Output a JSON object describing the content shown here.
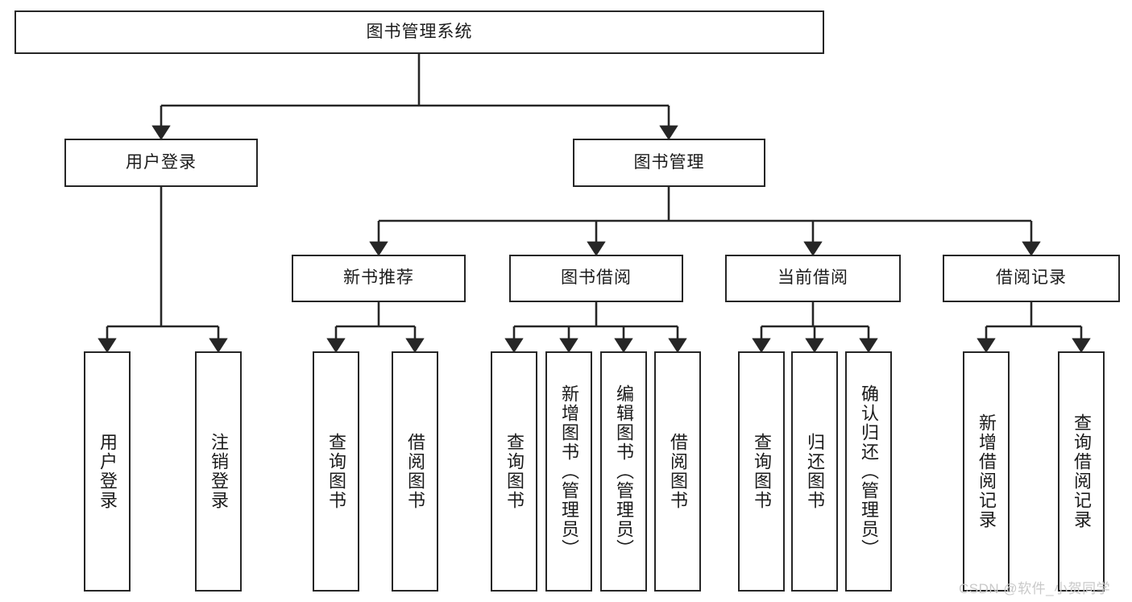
{
  "diagram": {
    "title": "图书管理系统",
    "watermark": "CSDN @软件_小贺同学",
    "colors": {
      "stroke": "#262626",
      "background": "#ffffff",
      "text": "#1b1b1b",
      "watermark": "#c9c9c9"
    },
    "root": {
      "label": "图书管理系统"
    },
    "level2": [
      {
        "label": "用户登录"
      },
      {
        "label": "图书管理"
      }
    ],
    "level3": [
      {
        "label": "新书推荐"
      },
      {
        "label": "图书借阅"
      },
      {
        "label": "当前借阅"
      },
      {
        "label": "借阅记录"
      }
    ],
    "leaves": {
      "user_login": [
        {
          "label": "用户登录"
        },
        {
          "label": "注销登录"
        }
      ],
      "new_book": [
        {
          "label": "查询图书"
        },
        {
          "label": "借阅图书"
        }
      ],
      "book_borrow": [
        {
          "label": "查询图书"
        },
        {
          "label": "新增图书（管理员）"
        },
        {
          "label": "编辑图书（管理员）"
        },
        {
          "label": "借阅图书"
        }
      ],
      "current_borrow": [
        {
          "label": "查询图书"
        },
        {
          "label": "归还图书"
        },
        {
          "label": "确认归还（管理员）"
        }
      ],
      "borrow_record": [
        {
          "label": "新增借阅记录"
        },
        {
          "label": "查询借阅记录"
        }
      ]
    }
  }
}
